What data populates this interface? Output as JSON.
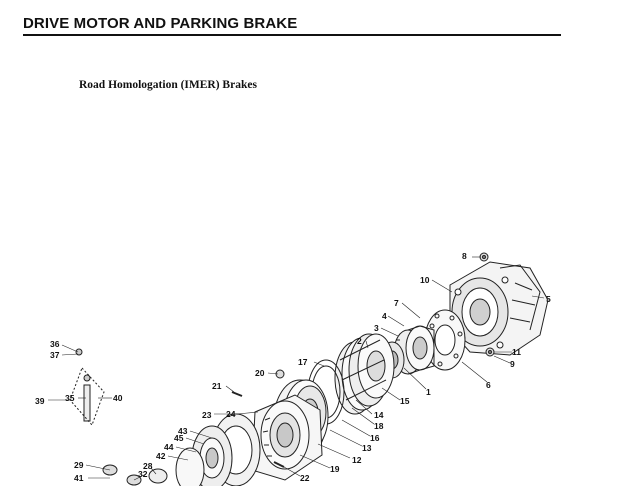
{
  "header": {
    "title": "DRIVE MOTOR AND PARKING BRAKE"
  },
  "section": {
    "subtitle": "Road Homologation (IMER) Brakes"
  },
  "diagram": {
    "callouts": [
      "1",
      "2",
      "3",
      "4",
      "5",
      "6",
      "7",
      "8",
      "9",
      "10",
      "11",
      "12",
      "13",
      "14",
      "15",
      "16",
      "17",
      "18",
      "19",
      "20",
      "21",
      "22",
      "23",
      "24",
      "28",
      "29",
      "32",
      "35",
      "36",
      "37",
      "39",
      "40",
      "41",
      "42",
      "43",
      "44",
      "45"
    ]
  }
}
